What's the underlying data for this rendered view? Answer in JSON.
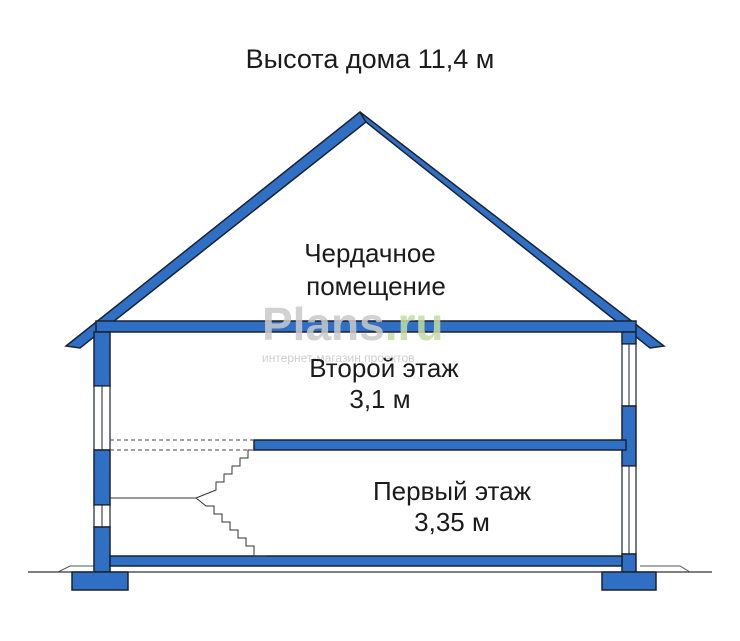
{
  "title": "Высота дома 11,4 м",
  "attic": {
    "line1": "Чердачное",
    "line2": "помещение"
  },
  "second_floor": {
    "name": "Второй этаж",
    "height": "3,1 м"
  },
  "first_floor": {
    "name": "Первый этаж",
    "height": "3,35 м"
  },
  "watermark": {
    "brand_main": "Plans",
    "brand_tld": ".ru",
    "tagline": "интернет-магазин проектов"
  },
  "colors": {
    "wall_fill": "#2f6fc4",
    "outline": "#1a2233",
    "text": "#1b1b1b",
    "watermark_gray": "#c9c9c9",
    "watermark_green": "#c3dca3"
  }
}
